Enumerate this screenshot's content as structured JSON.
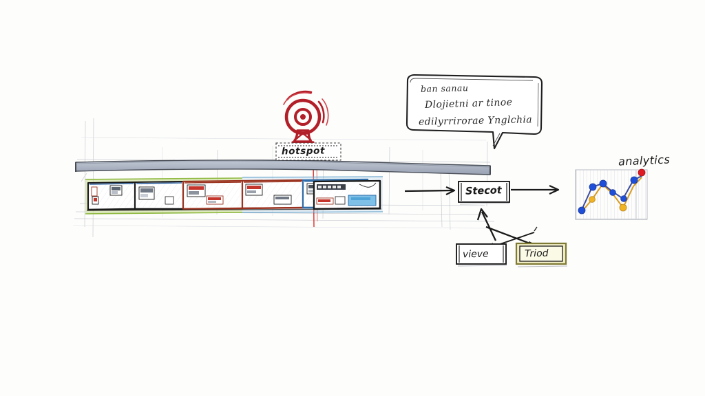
{
  "meta": {
    "style": "hand-drawn wireframe sketch",
    "background_color": "#fdfdfc",
    "ink_color": "#1f1f1f"
  },
  "marker": {
    "icon_name": "hotspot-siren-icon",
    "label": "hotspot",
    "accent_color": "#c0222a",
    "pointer_color": "#e03a3a"
  },
  "callout": {
    "name": "speech-bubble",
    "lines": [
      "ban sanau",
      "Dlojietni ar tinoe",
      "edilyrrirorae Ynglchia"
    ]
  },
  "filmstrip": {
    "name": "panel-strip",
    "beam_color": "#a8b0bf",
    "highlight_band_color": "#9ec24a",
    "panels": [
      {
        "id": "p1",
        "outline": "#1a1a1a",
        "fill": "#ffffff",
        "thumbs": 3
      },
      {
        "id": "p2",
        "outline": "#1a1a1a",
        "fill": "#ffffff",
        "thumbs": 2
      },
      {
        "id": "p3",
        "outline": "#9b3320",
        "fill": "#ffffff",
        "thumbs": 3
      },
      {
        "id": "p4",
        "outline": "#9b3320",
        "fill": "#ffffff",
        "thumbs": 2
      },
      {
        "id": "p5",
        "outline": "#2f6ca8",
        "fill": "#ffffff",
        "thumbs": 3
      },
      {
        "id": "p6",
        "outline": "#1a1a1a",
        "fill": "#ffffff",
        "thumbs": 3
      }
    ]
  },
  "flow": {
    "nodes": [
      {
        "id": "stecot",
        "label": "Stecot",
        "fill": "#ffffff",
        "border": "#1a1a1a"
      },
      {
        "id": "vieve",
        "label": "vieve",
        "fill": "#ffffff",
        "border": "#1a1a1a"
      },
      {
        "id": "triod",
        "label": "Triod",
        "fill": "#f2efc8",
        "border": "#7f7a33"
      }
    ],
    "arrows": [
      {
        "from": "panel-strip",
        "to": "stecot"
      },
      {
        "from": "stecot",
        "to": "analytics"
      },
      {
        "from": "vieve",
        "to": "stecot"
      },
      {
        "from": "triod",
        "to": "vieve"
      }
    ]
  },
  "chart_data": {
    "type": "line",
    "title": "analytics",
    "xlabel": "",
    "ylabel": "",
    "x": [
      1,
      2,
      3,
      4,
      5,
      6,
      7
    ],
    "xlim": [
      0.5,
      7.5
    ],
    "ylim": [
      0,
      10
    ],
    "grid": true,
    "legend": "none",
    "series": [
      {
        "name": "blue",
        "color": "#1f4fd8",
        "values": [
          2.0,
          6.6,
          7.3,
          5.8,
          4.4,
          8.6,
          9.4
        ]
      },
      {
        "name": "yellow",
        "color": "#f0b323",
        "values": [
          1.6,
          4.4,
          7.0,
          5.4,
          2.3,
          7.8,
          9.0
        ]
      }
    ],
    "end_marker": {
      "color": "#e01b24",
      "x": 7,
      "y": 9.9
    },
    "marker_colors": {
      "blue": "#1f4fd8",
      "yellow": "#f0b323",
      "red": "#e01b24"
    }
  }
}
